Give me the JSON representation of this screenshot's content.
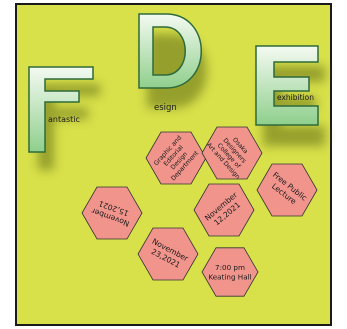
{
  "colors": {
    "background": "#d8e04a",
    "border": "#1a1a1a",
    "letter_fill_top": "#f4faf2",
    "letter_fill_bottom": "#8fcf8c",
    "letter_stroke": "#2e6a3a",
    "letter_shadow": "#7f8a22",
    "hexagon_fill": "#f0948c",
    "hexagon_stroke": "#333333",
    "text": "#1a1a1a"
  },
  "poster": {
    "letters": {
      "f": "F",
      "d": "D",
      "e": "E"
    },
    "words": {
      "f_rest": "antastic",
      "d_rest": "esign",
      "e_rest": "exhibition"
    },
    "hexagons": [
      {
        "lines": [
          "Graphic and",
          "Editorial",
          "Design",
          "Department"
        ]
      },
      {
        "lines": [
          "Osaka",
          "Designers",
          "College of",
          "Art and Design"
        ]
      },
      {
        "lines": [
          "Free Public",
          "Lecture"
        ]
      },
      {
        "lines": [
          "November",
          "15,2021"
        ]
      },
      {
        "lines": [
          "November",
          "12,2021"
        ]
      },
      {
        "lines": [
          "November",
          "23,2021"
        ]
      },
      {
        "lines": [
          "7:00 pm",
          "Keating Hall"
        ]
      }
    ]
  }
}
